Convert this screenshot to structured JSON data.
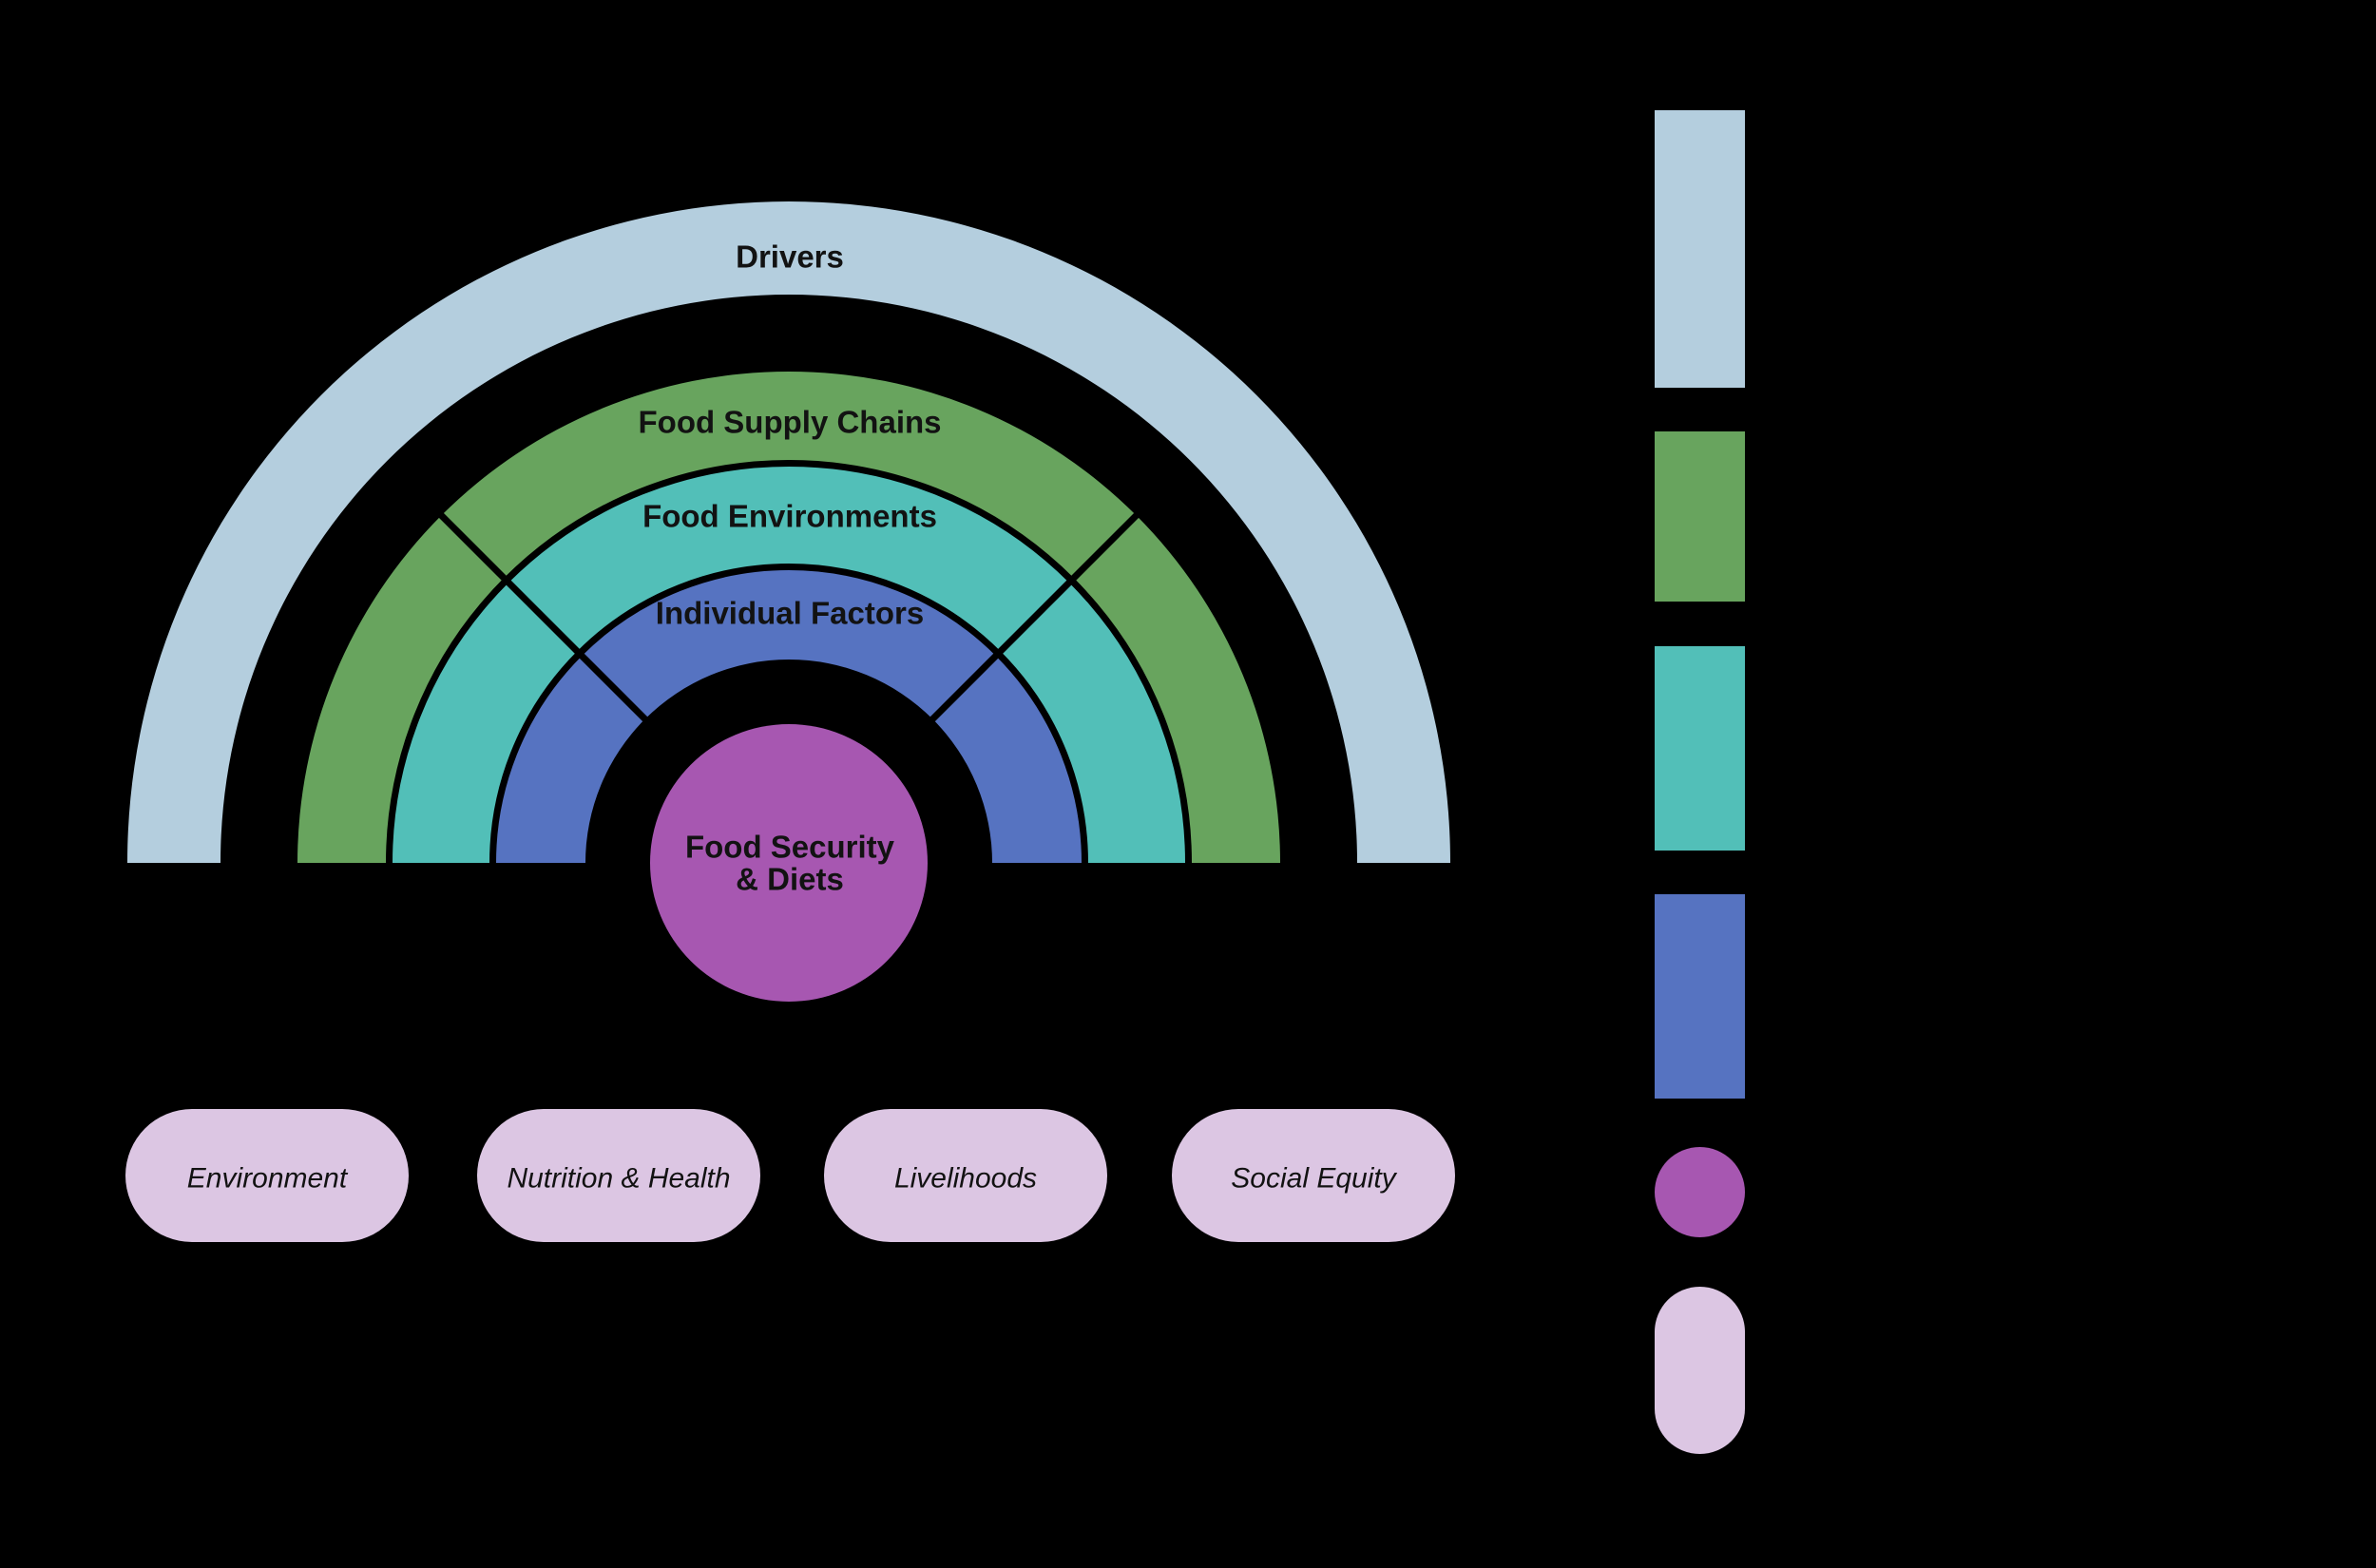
{
  "background": "#000000",
  "diagram": {
    "outline_color": "#000000",
    "rings": {
      "drivers": {
        "label": "Drivers",
        "color": "#b4cede"
      },
      "food_supply_chains": {
        "label": "Food Supply Chains",
        "color": "#68a45e"
      },
      "food_environments": {
        "label": "Food Environments",
        "color": "#52bfb8"
      },
      "individual_factors": {
        "label": "Individual Factors",
        "color": "#5673c1"
      }
    },
    "center": {
      "label_line1": "Food Security",
      "label_line2": "& Diets",
      "color": "#a757b1"
    }
  },
  "outcomes": {
    "color": "#dcc6e3",
    "items": [
      {
        "label": "Environment"
      },
      {
        "label": "Nutrition & Health"
      },
      {
        "label": "Livelihoods"
      },
      {
        "label": "Social Equity"
      }
    ]
  },
  "legend": {
    "swatches": [
      {
        "name": "drivers",
        "shape": "rect",
        "color": "#b4cede"
      },
      {
        "name": "food-supply-chains",
        "shape": "rect",
        "color": "#68a45e"
      },
      {
        "name": "food-environments",
        "shape": "rect",
        "color": "#52bfb8"
      },
      {
        "name": "individual-factors",
        "shape": "rect",
        "color": "#5673c1"
      },
      {
        "name": "food-security-diets",
        "shape": "circle",
        "color": "#a757b1"
      },
      {
        "name": "outcomes",
        "shape": "pill",
        "color": "#dcc6e3"
      }
    ]
  }
}
